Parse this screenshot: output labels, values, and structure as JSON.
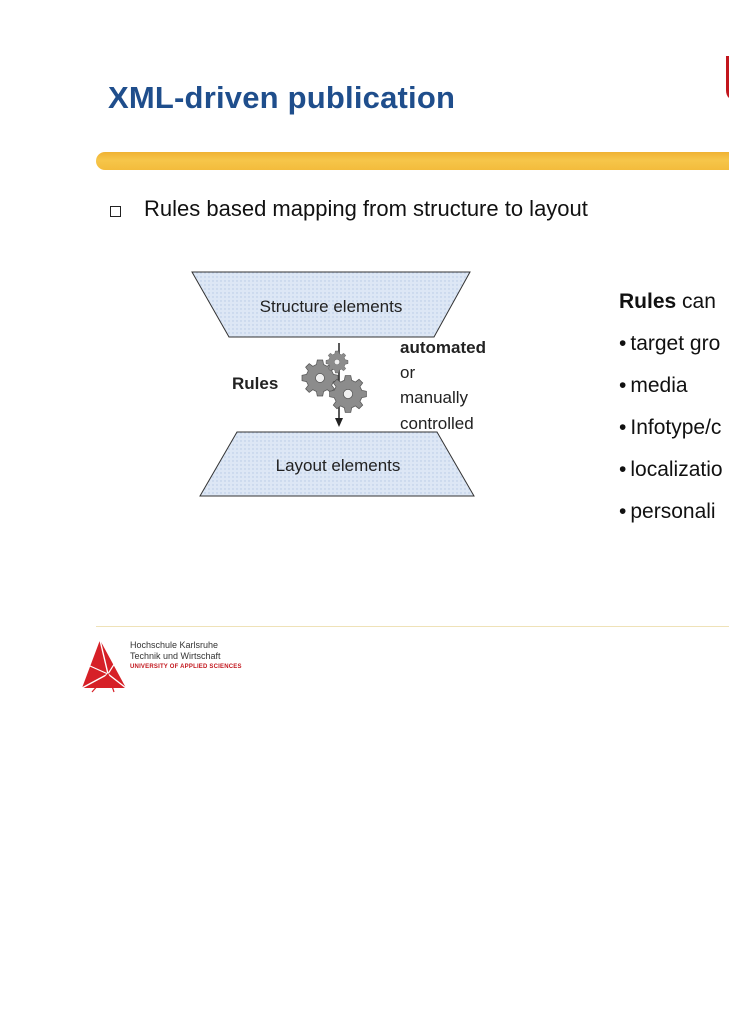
{
  "slide": {
    "title": "XML-driven publication",
    "bullet": "Rules based mapping from structure to layout"
  },
  "diagram": {
    "top_label": "Structure elements",
    "bottom_label": "Layout elements",
    "rules_label": "Rules",
    "mode": {
      "line1": "automated",
      "line2": "or",
      "line3": "manually",
      "line4": "controlled"
    }
  },
  "aside": {
    "head_bold": "Rules",
    "head_rest": " can",
    "items": [
      "target gro",
      "media",
      "Infotype/c",
      "localizatio",
      "personali"
    ]
  },
  "footer": {
    "logo_line1": "Hochschule Karlsruhe",
    "logo_line2": "Technik und Wirtschaft",
    "logo_line3": "UNIVERSITY OF APPLIED SCIENCES"
  },
  "colors": {
    "title": "#1f4e8c",
    "bar": "#f3bc3c",
    "trapezoid_fill": "#dce6f4",
    "logo_red": "#d62027"
  }
}
